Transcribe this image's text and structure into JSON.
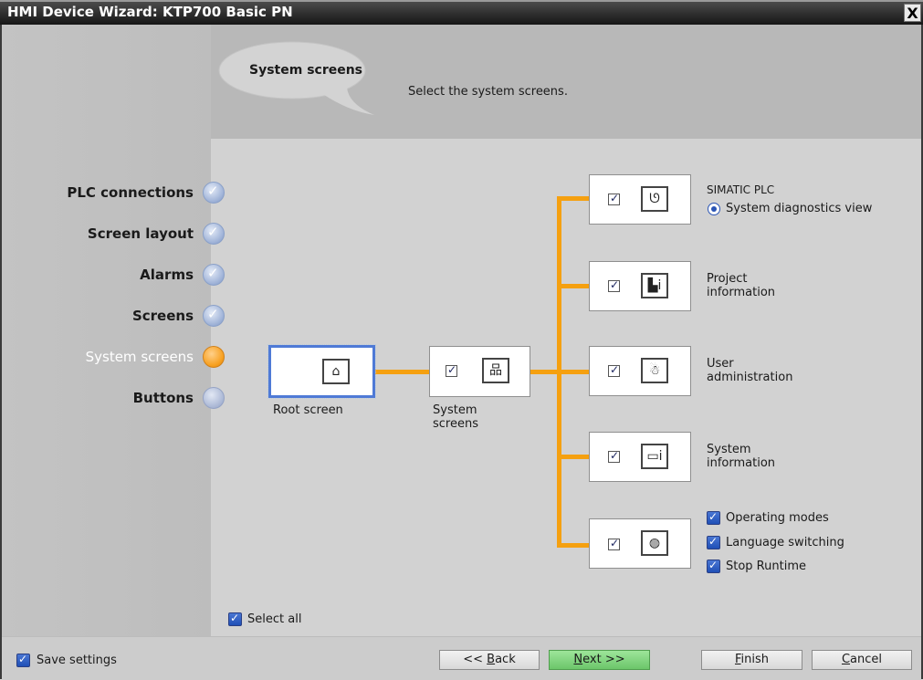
{
  "window": {
    "title": "HMI Device Wizard: KTP700 Basic PN",
    "close_label": "X"
  },
  "header": {
    "title": "System screens",
    "subtitle": "Select the system screens."
  },
  "steps": [
    {
      "label": "PLC connections",
      "state": "done"
    },
    {
      "label": "Screen layout",
      "state": "done"
    },
    {
      "label": "Alarms",
      "state": "done"
    },
    {
      "label": "Screens",
      "state": "done"
    },
    {
      "label": "System screens",
      "state": "active"
    },
    {
      "label": "Buttons",
      "state": "todo"
    }
  ],
  "diagram": {
    "root": {
      "label": "Root screen",
      "icon": "home-icon"
    },
    "system": {
      "label_line1": "System",
      "label_line2": "screens",
      "icon": "hierarchy-icon",
      "checked": true
    },
    "items": [
      {
        "label_line1": "SIMATIC PLC",
        "option": "System diagnostics view",
        "icon": "stethoscope-icon",
        "checked": true
      },
      {
        "label_line1": "Project",
        "label_line2": "information",
        "icon": "project-info-icon",
        "checked": true
      },
      {
        "label_line1": "User",
        "label_line2": "administration",
        "icon": "users-icon",
        "checked": true
      },
      {
        "label_line1": "System",
        "label_line2": "information",
        "icon": "system-info-icon",
        "checked": true
      },
      {
        "icon": "globe-settings-icon",
        "checked": true,
        "options": [
          "Operating modes",
          "Language switching",
          "Stop Runtime"
        ]
      }
    ]
  },
  "select_all": {
    "label": "Select all",
    "checked": true
  },
  "footer": {
    "save_settings": {
      "label": "Save settings",
      "checked": true
    },
    "back": {
      "prefix": "<< ",
      "key": "B",
      "rest": "ack"
    },
    "next": {
      "key": "N",
      "rest": "ext >>"
    },
    "finish": {
      "key": "F",
      "rest": "inish"
    },
    "cancel": {
      "key": "C",
      "rest": "ancel"
    }
  },
  "colors": {
    "accent_orange": "#f5a010",
    "selected_blue": "#4f7ad6",
    "primary_green": "#6cc66a"
  }
}
